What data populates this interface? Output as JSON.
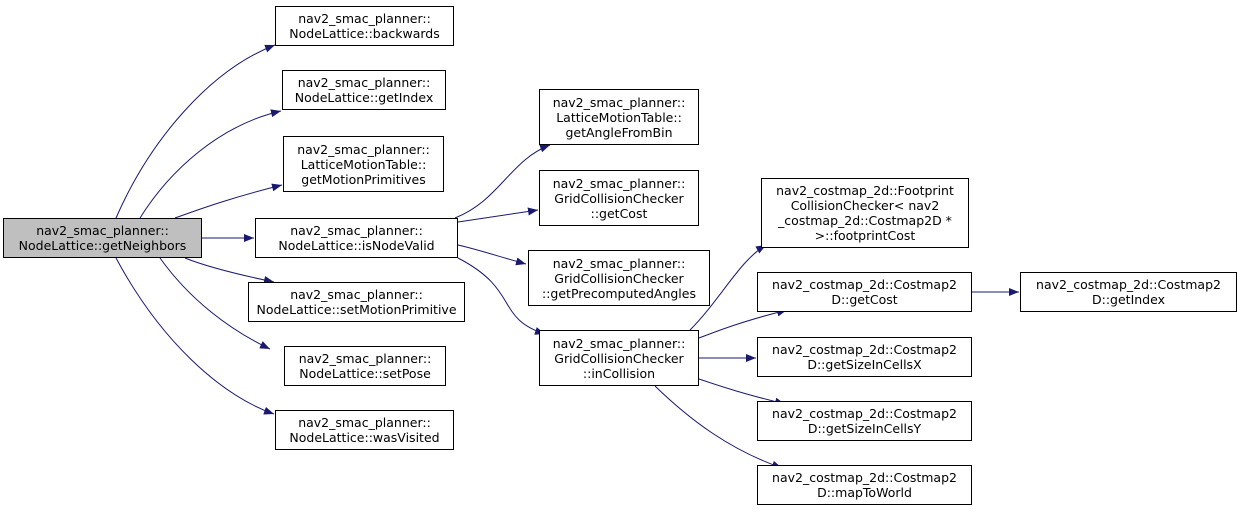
{
  "colors": {
    "edge": "#191970",
    "root_fill": "#bfbfbf",
    "node_fill": "#ffffff",
    "border": "#000000"
  },
  "nodes": {
    "getNeighbors": [
      "nav2_smac_planner::",
      "NodeLattice::getNeighbors"
    ],
    "backwards": [
      "nav2_smac_planner::",
      "NodeLattice::backwards"
    ],
    "getIndexLattice": [
      "nav2_smac_planner::",
      "NodeLattice::getIndex"
    ],
    "getMotionPrimitives": [
      "nav2_smac_planner::",
      "LatticeMotionTable::",
      "getMotionPrimitives"
    ],
    "isNodeValid": [
      "nav2_smac_planner::",
      "NodeLattice::isNodeValid"
    ],
    "setMotionPrimitive": [
      "nav2_smac_planner::",
      "NodeLattice::setMotionPrimitive"
    ],
    "setPose": [
      "nav2_smac_planner::",
      "NodeLattice::setPose"
    ],
    "wasVisited": [
      "nav2_smac_planner::",
      "NodeLattice::wasVisited"
    ],
    "getAngleFromBin": [
      "nav2_smac_planner::",
      "LatticeMotionTable::",
      "getAngleFromBin"
    ],
    "getCostGcc": [
      "nav2_smac_planner::",
      "GridCollisionChecker",
      "::getCost"
    ],
    "getPrecomputedAngles": [
      "nav2_smac_planner::",
      "GridCollisionChecker",
      "::getPrecomputedAngles"
    ],
    "inCollision": [
      "nav2_smac_planner::",
      "GridCollisionChecker",
      "::inCollision"
    ],
    "footprintCost": [
      "nav2_costmap_2d::Footprint",
      "CollisionChecker< nav2",
      "_costmap_2d::Costmap2D *",
      ">::footprintCost"
    ],
    "getCostCostmap": [
      "nav2_costmap_2d::Costmap2",
      "D::getCost"
    ],
    "getSizeInCellsX": [
      "nav2_costmap_2d::Costmap2",
      "D::getSizeInCellsX"
    ],
    "getSizeInCellsY": [
      "nav2_costmap_2d::Costmap2",
      "D::getSizeInCellsY"
    ],
    "mapToWorld": [
      "nav2_costmap_2d::Costmap2",
      "D::mapToWorld"
    ],
    "getIndexCostmap": [
      "nav2_costmap_2d::Costmap2",
      "D::getIndex"
    ]
  },
  "edges": [
    [
      "getNeighbors",
      "backwards"
    ],
    [
      "getNeighbors",
      "getIndexLattice"
    ],
    [
      "getNeighbors",
      "getMotionPrimitives"
    ],
    [
      "getNeighbors",
      "isNodeValid"
    ],
    [
      "getNeighbors",
      "setMotionPrimitive"
    ],
    [
      "getNeighbors",
      "setPose"
    ],
    [
      "getNeighbors",
      "wasVisited"
    ],
    [
      "isNodeValid",
      "getAngleFromBin"
    ],
    [
      "isNodeValid",
      "getCostGcc"
    ],
    [
      "isNodeValid",
      "getPrecomputedAngles"
    ],
    [
      "isNodeValid",
      "inCollision"
    ],
    [
      "inCollision",
      "footprintCost"
    ],
    [
      "inCollision",
      "getCostCostmap"
    ],
    [
      "inCollision",
      "getSizeInCellsX"
    ],
    [
      "inCollision",
      "getSizeInCellsY"
    ],
    [
      "inCollision",
      "mapToWorld"
    ],
    [
      "getCostCostmap",
      "getIndexCostmap"
    ]
  ]
}
